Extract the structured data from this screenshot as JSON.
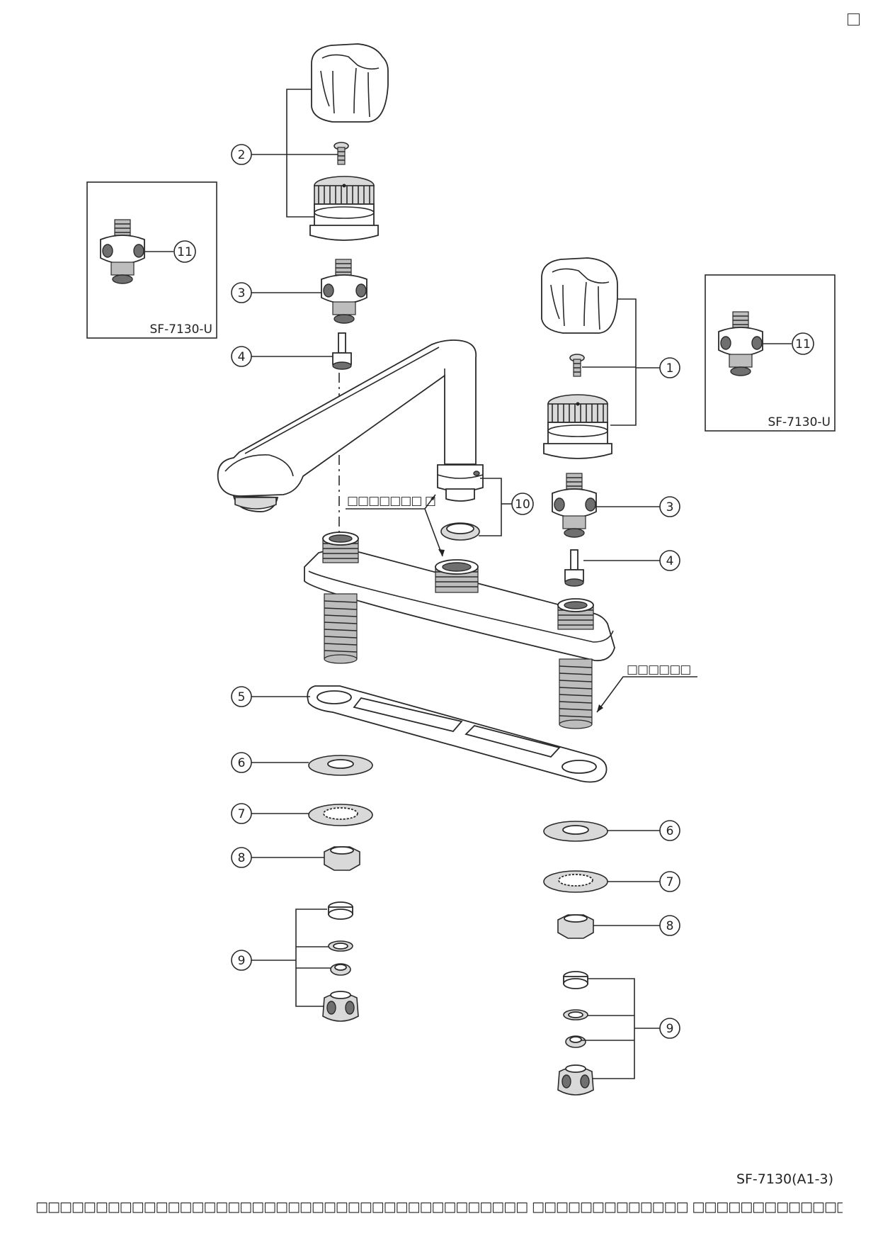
{
  "model_code": "SF-7130(A1-3)",
  "inset_label": "SF-7130-U",
  "callouts": {
    "n1": "1",
    "n2": "2",
    "n3": "3",
    "n4": "4",
    "n5": "5",
    "n6": "6",
    "n7": "7",
    "n8": "8",
    "n9": "9",
    "n10": "10",
    "n11": "11"
  },
  "annotations": {
    "spout_note": "□□□□□□□ □",
    "thread_note": "□□□□□□"
  },
  "footer": {
    "part1": "□□□□□□□□□□□□□□□□□□□□□□□□□□□□□□□□□□□□□□□□□",
    "part2": "□□□□□□□□□□□□□",
    "part3": "□□□□□□□□□□□□□□□□□□□□□□□□□□□□□□□□□□□□□□□□□□□□□□□"
  }
}
